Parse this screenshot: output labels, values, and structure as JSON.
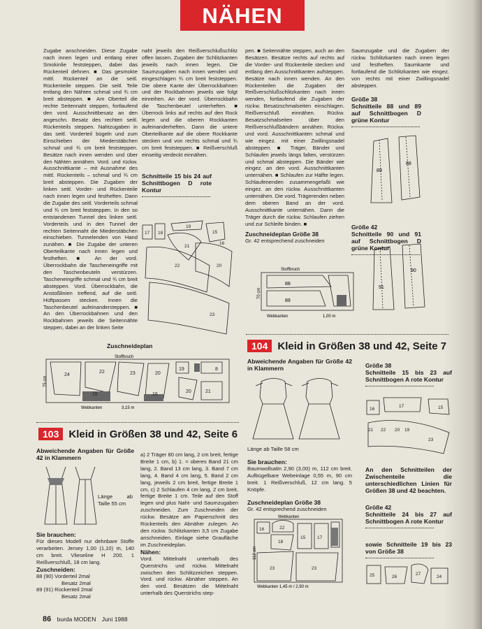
{
  "header": {
    "title": "NÄHEN"
  },
  "col1_text": "Zugabe anschneiden. Diese Zugabe nach innen legen und entlang einer Smokinlie feststeppen, dabei das Rückenteil dehnen. ■ Das gesmokte mittl. Rückenteil an die seitl. Rückenteile steppen. Die seitl. Teile entlang den Nähten schmal und ¾ cm breit absteppen. ■ Am Oberteil die rechte Seitennaht steppen, fortlaufend den vord. Ausschnittbesatz an den angeschn. Besatz des rechten seitl. Rückenteils steppen. Nahtzugaben in das seitl. Vorderteil bügeln und zum Einschieben der Miederstäbchen schmal und ¾ cm breit feststeppen. Besätze nach innen wenden und über den Nähten annähen. Vord. und rückw. Ausschnittkante – mit Ausnahme des mittl. Rückenteils – schmal und ¾ cm breit absteppen. Die Zugaben der linken seitl. Vorder- und Rückenteile nach innen legen und festheften. Dann die Zugabe des seitl. Vorderteils schmal und ¾ cm breit feststeppen. In den so entstandenen Tunnel des linken seitl. Vorderteils und in den Tunnel der rechten Seitennaht die Miederstäbchen einschieben. Tunnelenden von Hand zunähen. ■ Die Zugabe der unteren Oberteilkante nach innen legen und festheften. ■ An der vord. Überrockbahn die Tascheneingriffe mit den Taschenbeuteln verstürzen. Tascheneingriffe schmal und ¾ cm breit absteppen. Vord. Überrockbahn, die Anstoßlinien treffend, auf die seitl. Hüftpassen stecken. Innen die Taschenbeutel aufeinandersteppen. ■ An den Überrockbahnen und den Rockbahnen jeweils die Seitennähte steppen, dabei an der linken Seite",
  "col2_text": "naht jeweils den Reißverschlußschlitz offen lassen. Zugaben der Schlitzkanten jeweils nach innen legen. Die Saumzugaben nach innen wenden und eingeschlagen ¾ cm breit feststeppen. Die obere Kante der Überrockbahnen und der Rockbahnen jeweils wie folgt einreihen. An der vord. Überrockbahn die Taschenbeutel unterheften. ■ Überrock links auf rechts auf den Rock legen und die oberen Rockkanten aufeinanderheften. Dann die untere Oberteilkante auf die obere Rockkante stecken und von rechts schmal und ¾ cm breit feststeppen. ■ Reißverschluß einseitig verdeckt einnähen.",
  "col3_text": "pen. ■ Seitennähte steppen, auch an den Besätzen. Besätze rechts auf rechts auf die Vorder- und Rückenteile stecken und entlang den Ausschnittkanten aufsteppen. Besätze nach innen wenden. An den Rückenteilen die Zugaben der Reißverschlußschlitzkanten nach innen wenden, fortlaufend die Zugaben der rückw. Besatzschmalseiten einschlagen. Reißverschluß einnähen. Rückw. Besatzschmalseiten über den Reißverschlußbändern annähen. Rückw. und vord. Ausschnittkanten schmal und wie eingez. mit einer Zwillingsnadel absteppen. ■ Träger, Bänder und Schlaufen jeweils längs falten, verstürzen und schmal absteppen. Die Bänder wie eingez. an den vord. Ausschnittkanten unternähen. ■ Schlaufen zur Hälfte legen. Schlaufenenden zusammengefaßt wie eingez. an den rückw. Ausschnittkanten unternähen. Die vord. Trägerenden neben dem oberen Band an der vord. Ausschnittkante unternähen. Dann die Träger durch die rückw. Schlaufen ziehen und zur Schleife binden. ■",
  "col4_text": "Saumzugabe und die Zugaben der rückw. Schlitzkanten nach innen legen und festheften. Saumkante und fortlaufend die Schlitzkanten wie eingez. von rechts mit einer Zwillingsnadel absteppen.",
  "labels": {
    "schnitt_15_24": "Schnitteile 15 bis 24 auf Schnittbogen D rote Kontur",
    "groesse38_a": "Größe 38",
    "schnitt_88_89": "Schnitteile 88 und 89 auf Schnittbogen D grüne Kontur",
    "groesse42_a": "Größe 42",
    "schnitt_90_91": "Schnitteile 90 und 91 auf Schnittbogen D grüne Kontur",
    "zplan38_title": "Zuschneideplan Größe 38",
    "zplan38_sub": "Gr. 42 entsprechend zuschneiden",
    "zuschneideplan": "Zuschneideplan",
    "stoffbruch": "Stoffbruch",
    "webkanten": "Webkanten",
    "w_3_15": "3,15 m",
    "h_75": "75 cm",
    "h_70": "70 cm",
    "w_1_00": "1,00 m",
    "zplan38b_title": "Zuschneideplan Größe 38",
    "zplan38b_sub": "Gr. 42 entsprechend zuschneiden",
    "webkanten_b": "Webkanten",
    "stoffbruch_b": "Stoffbruch",
    "h_112": "112 cm",
    "w_b": "Webkanten 1,45 m / 2,90 m"
  },
  "sec104": {
    "num": "104",
    "title": "Kleid in Größen 38 und 42, Seite 7",
    "abweich": "Abweichende Angaben für Größe 42 in Klammern",
    "laenge": "Länge ab Taille 58 cm",
    "brauchen_title": "Sie brauchen:",
    "brauchen": "Baumwollsatin 2,90 (3,00) m, 112 cm breit. Aufbügelbare Webeinlage 0,55 m, 90 cm breit. 1 Reißverschluß, 12 cm lang. 5 Knöpfe.",
    "g38": "Größe 38",
    "s15_23": "Schnitteile 15 bis 23 auf Schnittbogen A rote Kontur",
    "hinweis": "An den Schnitteilen der Zwischenteile die unterschiedlichen Linien für Größen 38 und 42 beachten.",
    "g42": "Größe 42",
    "s24_27": "Schnitteile 24 bis 27 auf Schnittbogen A rote Kontur",
    "sowie": "sowie Schnitteile 19 bis 23 von Größe 38"
  },
  "sec103": {
    "num": "103",
    "title": "Kleid in Größen 38 und 42, Seite 6",
    "abweich": "Abweichende Angaben für Größe 42 in Klammern",
    "laenge": "Länge ab Taille 55 cm",
    "brauchen_title": "Sie brauchen:",
    "brauchen": "Für dieses Modell nur dehnbare Stoffe verarbeiten. Jersey 1,00 (1,10) m, 140 cm breit. Vlieseline H 200. 1 Reißverschluß, 18 cm lang.",
    "zuschneiden_title": "Zuschneiden:",
    "z1": "88 (90) Vorderteil 2mal",
    "z1b": "Besatz 2mal",
    "z2": "89 (91) Rückenteil 2mal",
    "z2b": "Besatz 2mal",
    "mid_text": "a) 2 Träger 80 cm lang, 2 cm breit, fertige Breite 1 cm, b) 1. = oberes Band 21 cm lang, 2. Band 13 cm lang, 3. Band 7 cm lang, 4. Band 4 cm lang, 5. Band 2 cm lang, jeweils 2 cm breit, fertige Breite 1 cm, c) 2 Schlaufen 4 cm lang, 2 cm breit, fertige Breite 1 cm. Teile auf den Stoff legen und plus Naht- und Saumzugaben zuschneiden. Zum Zuschneiden der rückw. Besätze am Papierschnitt des Rückenteils den Abnäher zulegen. An den rückw. Schlitzkanten 3,5 cm Zugabe anschneiden. Einlage siehe Grauflächе im Zuschneideplan.",
    "naehen_title": "Nähen:",
    "naehen": "Vord. Mittelnaht unterhalb des Querstrichs und rückw. Mittelnaht zwischen den Schlitzzeichen steppen. Vord. und rückw. Abnäher steppen. An den vord. Besätzen die Mittelnaht unterhalb des Querstrichs step-"
  },
  "footer": {
    "page": "86",
    "mag": "burda MODEN",
    "date": "Juni 1988"
  }
}
